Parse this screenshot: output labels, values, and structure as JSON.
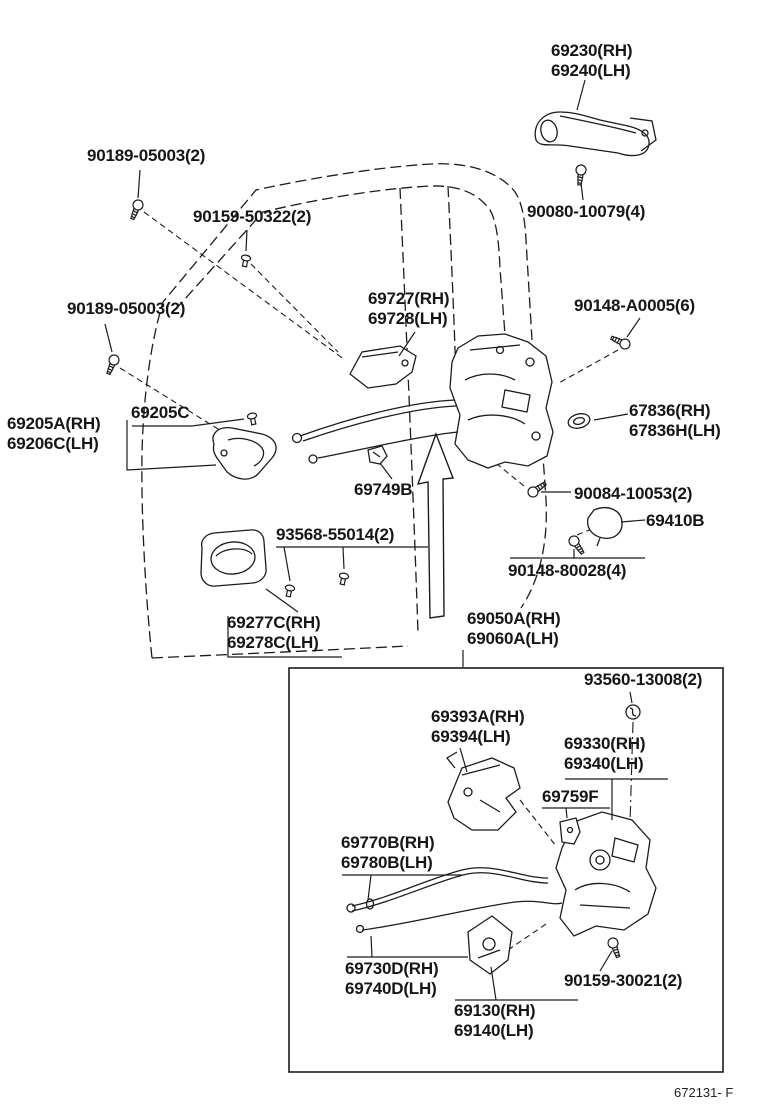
{
  "drawing": {
    "number": "672131- F",
    "background": "#ffffff",
    "ink": "#1c1c1c"
  },
  "labels": {
    "outside_handle": {
      "line1": "69230(RH)",
      "line2": "69240(LH)"
    },
    "screw_90189_top": {
      "line1": "90189-05003(2)"
    },
    "clip_90159_50322": {
      "line1": "90159-50322(2)"
    },
    "screw_90080": {
      "line1": "90080-10079(4)"
    },
    "screw_90189_mid": {
      "line1": "90189-05003(2)"
    },
    "lock_frame_69727": {
      "line1": "69727(RH)",
      "line2": "69728(LH)"
    },
    "screw_90148_a0005": {
      "line1": "90148-A0005(6)"
    },
    "clip_69205c": {
      "line1": "69205C"
    },
    "inside_handle_69205a": {
      "line1": "69205A(RH)",
      "line2": "69206C(LH)"
    },
    "grommet_67836": {
      "line1": "67836(RH)",
      "line2": "67836H(LH)"
    },
    "clip_69749b": {
      "line1": "69749B"
    },
    "screw_90084": {
      "line1": "90084-10053(2)"
    },
    "cover_69410b": {
      "line1": "69410B"
    },
    "clip_93568": {
      "line1": "93568-55014(2)"
    },
    "screw_90148_80028": {
      "line1": "90148-80028(4)"
    },
    "bezel_69277c": {
      "line1": "69277C(RH)",
      "line2": "69278C(LH)"
    },
    "lock_69050a": {
      "line1": "69050A(RH)",
      "line2": "69060A(LH)"
    },
    "screw_93560": {
      "line1": "93560-13008(2)"
    },
    "plate_69393a": {
      "line1": "69393A(RH)",
      "line2": "69394(LH)"
    },
    "lock_69330": {
      "line1": "69330(RH)",
      "line2": "69340(LH)"
    },
    "part_69759f": {
      "line1": "69759F"
    },
    "cable_69770b": {
      "line1": "69770B(RH)",
      "line2": "69780B(LH)"
    },
    "cable_69730d": {
      "line1": "69730D(RH)",
      "line2": "69740D(LH)"
    },
    "screw_90159_30021": {
      "line1": "90159-30021(2)"
    },
    "actuator_69130": {
      "line1": "69130(RH)",
      "line2": "69140(LH)"
    }
  }
}
